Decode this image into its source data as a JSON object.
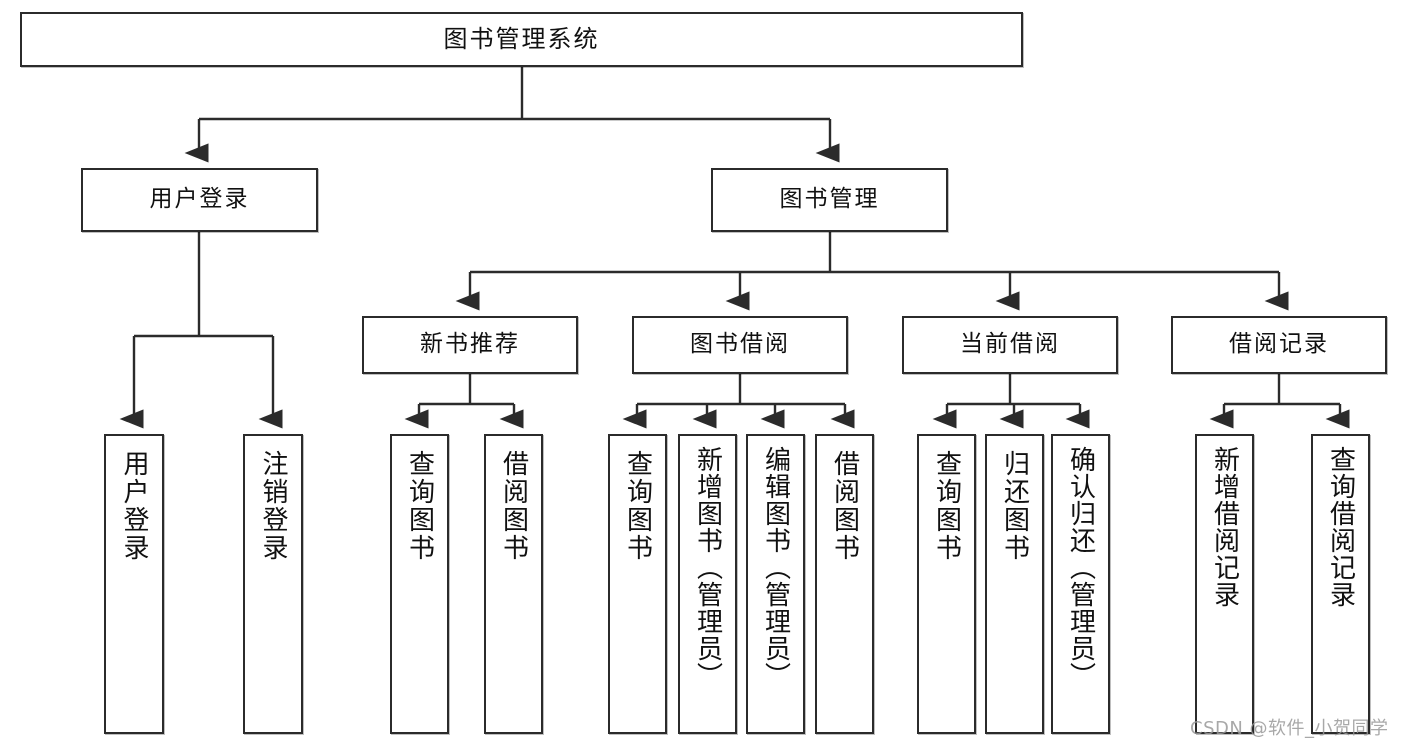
{
  "diagram": {
    "title": "图书管理系统",
    "type": "tree",
    "orientation": "top-down",
    "colors": {
      "box_border": "#2b2b2b",
      "box_fill": "#ffffff",
      "edge": "#2b2b2b",
      "text": "#111111",
      "watermark": "#9a9a9a"
    },
    "root": {
      "label": "图书管理系统"
    },
    "level2": [
      {
        "label": "用户登录"
      },
      {
        "label": "图书管理"
      }
    ],
    "level3": [
      {
        "label": "新书推荐"
      },
      {
        "label": "图书借阅"
      },
      {
        "label": "当前借阅"
      },
      {
        "label": "借阅记录"
      }
    ],
    "leaves": {
      "user_login": [
        {
          "label": "用户登录"
        },
        {
          "label": "注销登录"
        }
      ],
      "new_book_recommend": [
        {
          "label": "查询图书"
        },
        {
          "label": "借阅图书"
        }
      ],
      "book_borrow": [
        {
          "label": "查询图书"
        },
        {
          "label": "新增图书（管理员）"
        },
        {
          "label": "编辑图书（管理员）"
        },
        {
          "label": "借阅图书"
        }
      ],
      "current_borrow": [
        {
          "label": "查询图书"
        },
        {
          "label": "归还图书"
        },
        {
          "label": "确认归还（管理员）"
        }
      ],
      "borrow_record": [
        {
          "label": "新增借阅记录"
        },
        {
          "label": "查询借阅记录"
        }
      ]
    }
  },
  "watermark": {
    "text": "CSDN @软件_小贺同学"
  }
}
